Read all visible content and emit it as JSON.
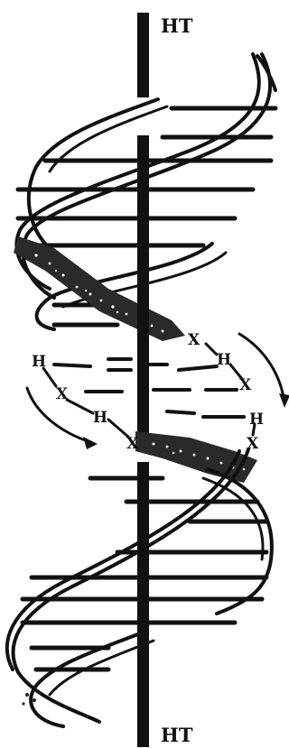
{
  "labels": {
    "top_axis": "HT",
    "bottom_axis": "HT",
    "H": "H",
    "X": "X"
  },
  "colors": {
    "ink": "#111111",
    "paper": "#ffffff"
  }
}
